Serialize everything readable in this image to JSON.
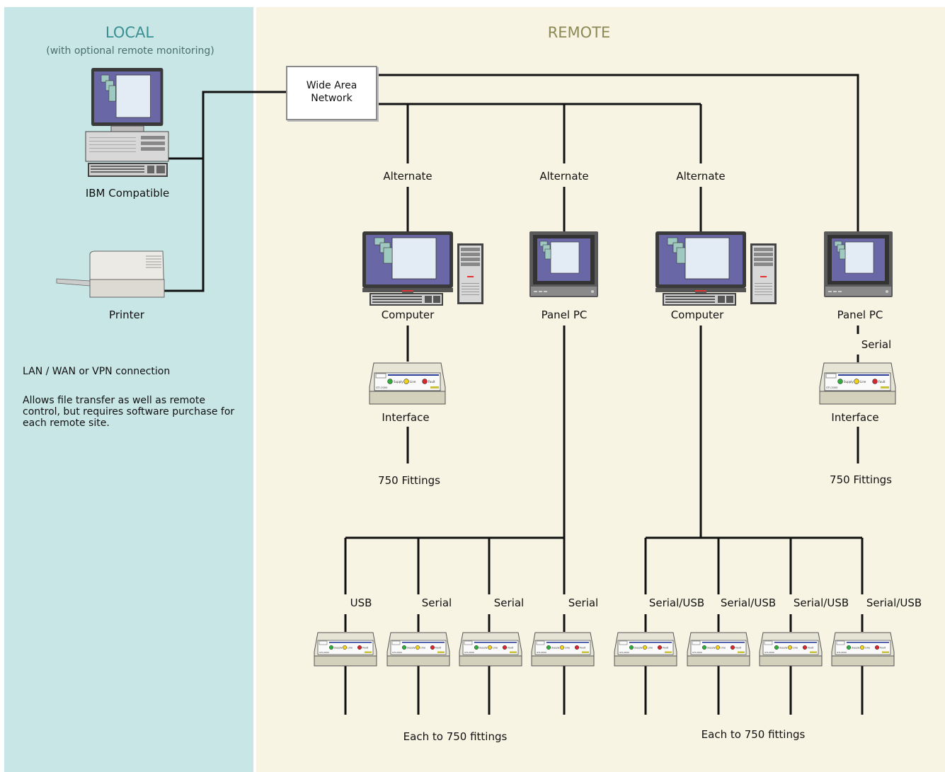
{
  "local": {
    "title": "LOCAL",
    "subtitle": "(with optional remote monitoring)",
    "ibm_label": "IBM Compatible",
    "printer_label": "Printer",
    "note_1": "LAN / WAN or VPN connection",
    "note_2": "Allows file transfer as well as remote control, but requires software purchase for each remote site."
  },
  "remote": {
    "title": "REMOTE",
    "wan_label": "Wide Area\nNetwork",
    "alternate_1": "Alternate",
    "alternate_2": "Alternate",
    "alternate_3": "Alternate",
    "computer_1": "Computer",
    "panel_pc_1": "Panel PC",
    "computer_2": "Computer",
    "panel_pc_2": "Panel PC",
    "serial_right": "Serial",
    "interface_1": "Interface",
    "interface_2": "Interface",
    "fittings_1": "750 Fittings",
    "fittings_2": "750 Fittings",
    "left_branch_labels": [
      "USB",
      "Serial",
      "Serial",
      "Serial"
    ],
    "right_branch_labels": [
      "Serial/USB",
      "Serial/USB",
      "Serial/USB",
      "Serial/USB"
    ],
    "each_fittings_left": "Each to 750 fittings",
    "each_fittings_right": "Each to 750 fittings"
  },
  "device_panel": {
    "model": "GTI-2000",
    "led_labels": [
      "Supply",
      "Line",
      "Fault"
    ],
    "led_colors": [
      "#2fae3c",
      "#f2d21b",
      "#d8262c"
    ]
  },
  "colors": {
    "local_bg": "#c7e6e5",
    "remote_bg": "#f7f4e3",
    "local_title": "#3a8f92",
    "remote_title": "#8a8a55",
    "screen": "#6a67a6"
  }
}
